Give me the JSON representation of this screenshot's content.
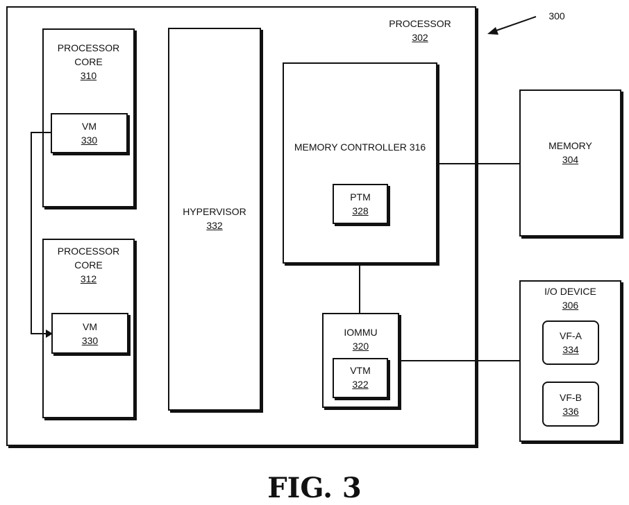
{
  "figure_ref": "300",
  "caption": "FIG. 3",
  "processor": {
    "title": "PROCESSOR",
    "num": "302"
  },
  "core_a": {
    "title_1": "PROCESSOR",
    "title_2": "CORE",
    "num": "310"
  },
  "vm_a": {
    "title": "VM",
    "num": "330"
  },
  "core_b": {
    "title_1": "PROCESSOR",
    "title_2": "CORE",
    "num": "312"
  },
  "vm_b": {
    "title": "VM",
    "num": "330"
  },
  "hypervisor": {
    "title": "HYPERVISOR",
    "num": "332"
  },
  "memctrl": {
    "title": "MEMORY CONTROLLER 316"
  },
  "ptm": {
    "title": "PTM",
    "num": "328"
  },
  "iommu": {
    "title": "IOMMU",
    "num": "320"
  },
  "vtm": {
    "title": "VTM",
    "num": "322"
  },
  "memory": {
    "title": "MEMORY",
    "num": "304"
  },
  "iodevice": {
    "title": "I/O DEVICE",
    "num": "306"
  },
  "vfa": {
    "title": "VF-A",
    "num": "334"
  },
  "vfb": {
    "title": "VF-B",
    "num": "336"
  }
}
